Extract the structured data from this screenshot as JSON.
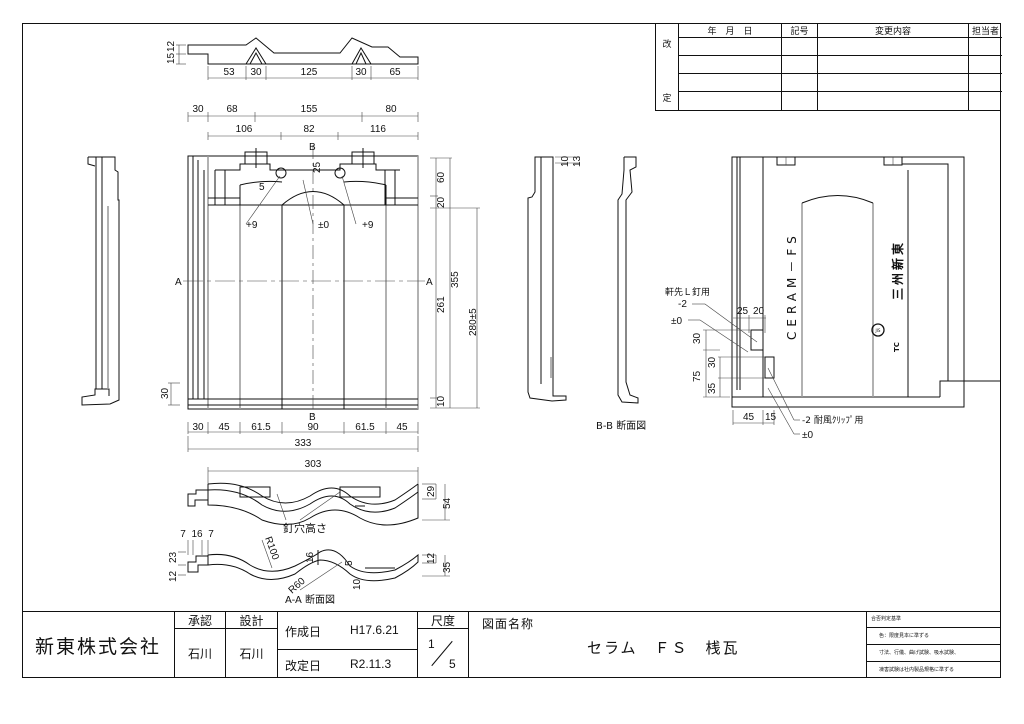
{
  "revision_table": {
    "side_labels": [
      "改",
      "定"
    ],
    "headers": [
      "年　月　日",
      "記号",
      "変更内容",
      "担当者"
    ],
    "rows": [
      [
        "",
        "",
        "",
        ""
      ],
      [
        "",
        "",
        "",
        ""
      ],
      [
        "",
        "",
        "",
        ""
      ],
      [
        "",
        "",
        "",
        ""
      ]
    ]
  },
  "top_view": {
    "height_dims": [
      "15",
      "12"
    ],
    "bottom_dims": [
      "53",
      "30",
      "125",
      "30",
      "65"
    ]
  },
  "plan_view": {
    "top_dims_row1": [
      "30",
      "68",
      "155",
      "80"
    ],
    "top_dims_row2": [
      "106",
      "82",
      "116"
    ],
    "section_label_b": "B",
    "section_label_a": "A",
    "annotations": {
      "d25": "25",
      "d5": "5",
      "plus9_left": "+9",
      "pm0": "±0",
      "plus9_right": "+9"
    },
    "right_dims": [
      "60",
      "20",
      "261",
      "10",
      "355",
      "280±5"
    ],
    "left_dim": "30",
    "bottom_dims": [
      "30",
      "45",
      "61.5",
      "90",
      "61.5",
      "45"
    ],
    "overall_width": "333"
  },
  "section_aa": {
    "width_dim": "303",
    "right_dims_upper": [
      "29",
      "54"
    ],
    "nail_hole_label": "釘穴高さ",
    "small_dims": [
      "7",
      "16",
      "7"
    ],
    "left_dims": [
      "12",
      "23"
    ],
    "radius_large": "R100",
    "radius_small": "R60",
    "dim_16": "16",
    "dim_5": "5",
    "dim_10": "10",
    "right_dims_lower": [
      "12",
      "35"
    ],
    "caption": "A-A 断面図"
  },
  "section_bb": {
    "top_dims": [
      "10",
      "13"
    ],
    "caption": "B-B 断面図"
  },
  "back_view": {
    "brand_text": "CERAM－FS",
    "maker_text": "三州新東",
    "jis_mark": "JIS",
    "tc_mark": "TC",
    "eave_nail_label": "軒先Ｌ釘用",
    "minus2_a": "-2",
    "pm0_a": "±0",
    "dims_top": [
      "25",
      "20"
    ],
    "left_dims": [
      "30",
      "75",
      "30",
      "35"
    ],
    "bottom_dims": [
      "45",
      "15"
    ],
    "wind_clip_label": "-2 耐風ｸﾘｯﾌﾟ用",
    "pm0_b": "±0"
  },
  "title_block": {
    "company": "新東株式会社",
    "approve_label": "承認",
    "approve_name": "石川",
    "design_label": "設計",
    "design_name": "石川",
    "created_label": "作成日",
    "created_date": "H17.6.21",
    "revised_label": "改定日",
    "revised_date": "R2.11.3",
    "scale_label": "尺度",
    "scale_num": "1",
    "scale_den": "5",
    "drawing_name_label": "図面名称",
    "drawing_name": "セラム　ＦＳ　桟瓦",
    "criteria_title": "合否判定基準",
    "criteria_1": "色：限度見本に準ずる",
    "criteria_2": "寸法、行儀、曲げ試験、吸水試験、",
    "criteria_3": "凍害試験は社内製品規格に準ずる"
  }
}
